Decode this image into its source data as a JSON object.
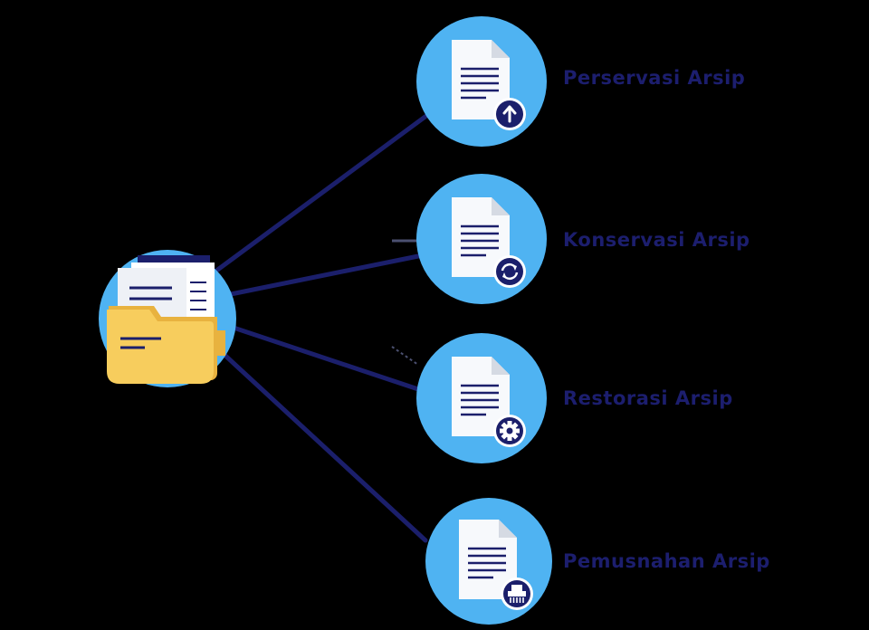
{
  "colors": {
    "background": "#000000",
    "circle": "#4fb3f2",
    "line": "#1b1f6b",
    "document": "#f7f9fc",
    "document_fold": "#d5dae3",
    "text_lines": "#1b1f6b",
    "badge": "#1b1f6b",
    "folder": "#f7cd5d",
    "folder_back": "#e8b23f",
    "label": "#1c1e6e"
  },
  "hub": {
    "icon": "folder-documents-icon"
  },
  "nodes": [
    {
      "label": "Perservasi Arsip",
      "badge_icon": "upload-arrow-icon"
    },
    {
      "label": "Konservasi Arsip",
      "badge_icon": "refresh-icon"
    },
    {
      "label": "Restorasi Arsip",
      "badge_icon": "gear-icon"
    },
    {
      "label": "Pemusnahan Arsip",
      "badge_icon": "shredder-icon"
    }
  ]
}
